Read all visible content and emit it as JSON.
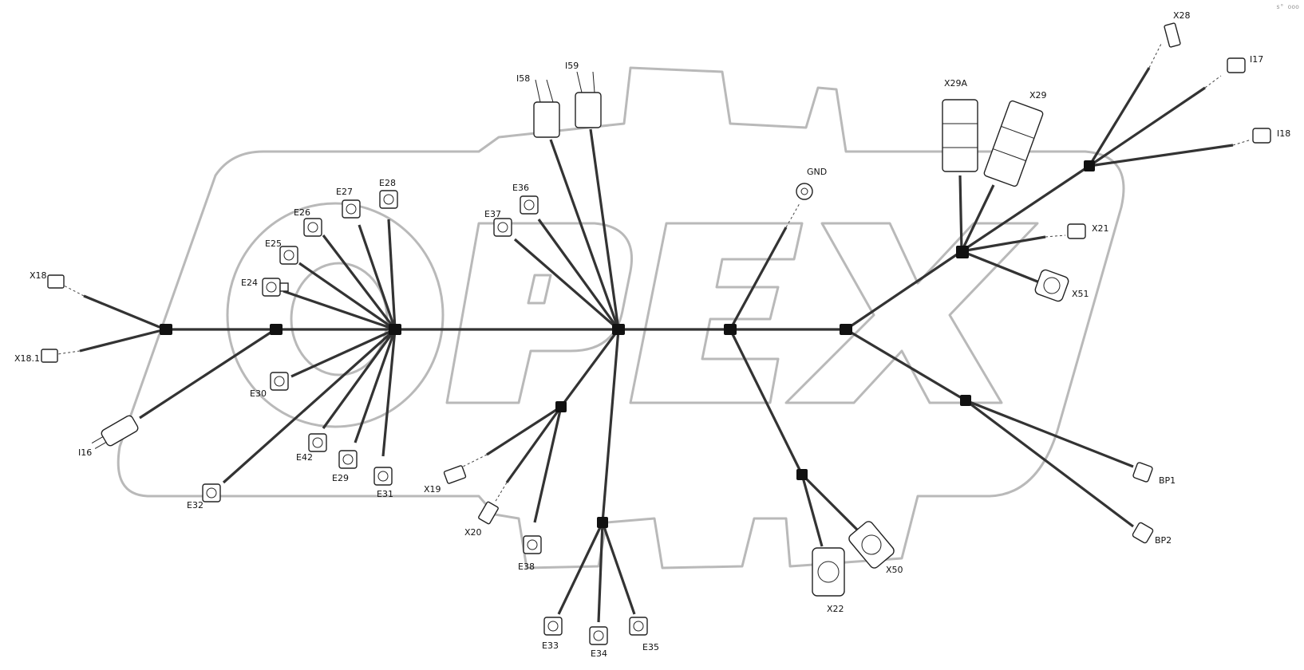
{
  "watermark": {
    "text": "OPEX",
    "color": "#b9b9b9"
  },
  "colors": {
    "wire": "#333333",
    "connector_stroke": "#222222",
    "background": "#ffffff"
  },
  "corner_mark": "s°  ooo",
  "labels": {
    "X18": "X18",
    "X18_1": "X18.1",
    "I16": "I16",
    "E24": "E24",
    "E25": "E25",
    "E26": "E26",
    "E27": "E27",
    "E28": "E28",
    "E29": "E29",
    "E30": "E30",
    "E31": "E31",
    "E32": "E32",
    "E42": "E42",
    "I58": "I58",
    "I59": "I59",
    "E36": "E36",
    "E37": "E37",
    "E38": "E38",
    "X19": "X19",
    "X20": "X20",
    "E33": "E33",
    "E34": "E34",
    "E35": "E35",
    "GND": "GND",
    "X22": "X22",
    "X50": "X50",
    "X29A": "X29A",
    "X29": "X29",
    "X28": "X28",
    "I17": "I17",
    "I18": "I18",
    "X21": "X21",
    "X51": "X51",
    "BP1": "BP1",
    "BP2": "BP2"
  }
}
